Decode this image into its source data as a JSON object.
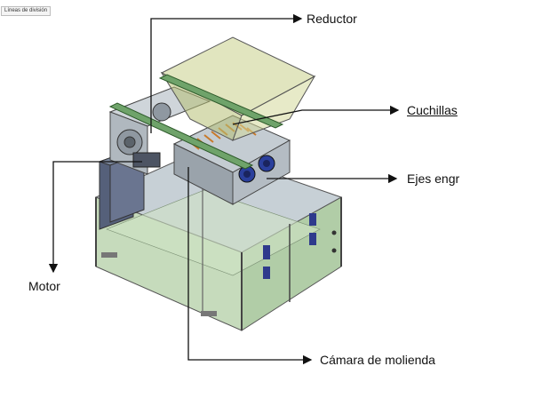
{
  "tooltip": "Líneas de división",
  "labels": {
    "reductor": "Reductor",
    "cuchillas": "Cuchillas",
    "ejes": "Ejes engr",
    "motor": "Motor",
    "camara": "Cámara de molienda"
  },
  "colors": {
    "frame_green": "#bfd7b3",
    "hopper_olive": "#c9cf8a",
    "steel_gray": "#9aa3ab",
    "rail_green": "#6fa36a",
    "shaft_blue": "#2a3f9c"
  }
}
